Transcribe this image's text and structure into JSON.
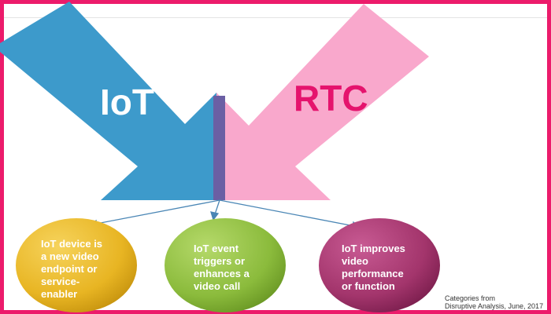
{
  "arrows": {
    "left_label": "IoT",
    "right_label": "RTC"
  },
  "circles": [
    {
      "text": "IoT device is\na new video\nendpoint or\nservice-\nenabler"
    },
    {
      "text": "IoT event\ntriggers or\nenhances a\nvideo call"
    },
    {
      "text": "IoT improves\nvideo\nperformance\nor function"
    }
  ],
  "source_note": "Categories from\nDisruptive Analysis, June, 2017",
  "colors": {
    "border": "#ec1b6b",
    "iot_arrow": "#3d9acb",
    "rtc_arrow": "#f9a8cc",
    "overlap": "#6b5fa4",
    "circle_yellow": "#e8b523",
    "circle_green": "#8bbb3c",
    "circle_purple": "#a3356c"
  }
}
